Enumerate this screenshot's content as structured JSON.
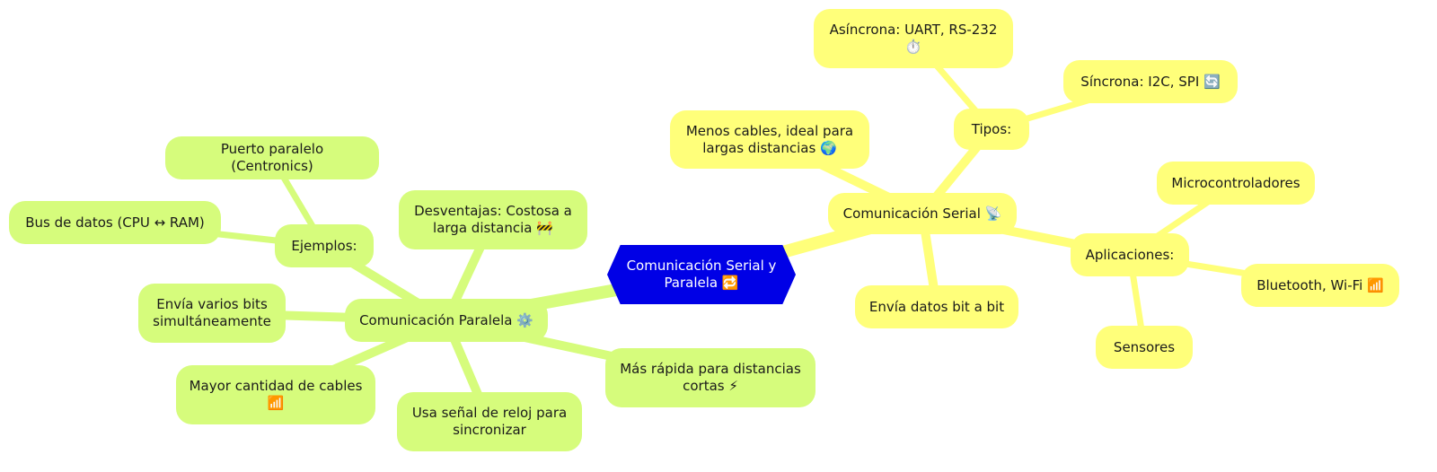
{
  "root": {
    "line1": "Comunicación Serial y",
    "line2": "Paralela 🔁"
  },
  "serial": {
    "title": "Comunicación Serial 📡",
    "menos_cables": {
      "line1": "Menos cables, ideal para",
      "line2": "largas distancias 🌍"
    },
    "bit_a_bit": "Envía datos bit a bit",
    "tipos": {
      "label": "Tipos:",
      "asincrona": {
        "line1": "Asíncrona: UART, RS-232",
        "line2": "⏱️"
      },
      "sincrona": "Síncrona: I2C, SPI 🔄"
    },
    "aplicaciones": {
      "label": "Aplicaciones:",
      "microcontroladores": "Microcontroladores",
      "bluetooth": "Bluetooth, Wi-Fi 📶",
      "sensores": "Sensores"
    }
  },
  "paralela": {
    "title": "Comunicación Paralela ⚙️",
    "desventajas": {
      "line1": "Desventajas: Costosa a",
      "line2": "larga distancia 🚧"
    },
    "mas_rapida": {
      "line1": "Más rápida para distancias",
      "line2": "cortas ⚡"
    },
    "reloj": {
      "line1": "Usa señal de reloj para",
      "line2": "sincronizar"
    },
    "cables": {
      "line1": "Mayor cantidad de cables",
      "line2": "📶"
    },
    "varios_bits": {
      "line1": "Envía varios bits",
      "line2": "simultáneamente"
    },
    "ejemplos": {
      "label": "Ejemplos:",
      "puerto": "Puerto paralelo (Centronics)",
      "bus": "Bus de datos (CPU ↔ RAM)"
    }
  },
  "colors": {
    "root": "#0000e6",
    "serial_branch": "#ffff7a",
    "paralela_branch": "#d6fc7c"
  }
}
